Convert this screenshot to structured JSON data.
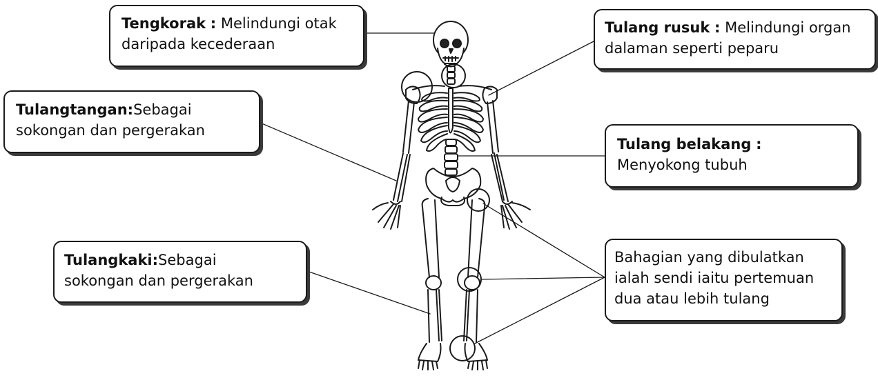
{
  "labels": {
    "tengkorak": {
      "term": "Tengkorak",
      "sep": ":",
      "line1_rest": "Melindungi otak",
      "line2": "daripada kecederaan"
    },
    "rusuk": {
      "term": "Tulang rusuk",
      "sep": ":",
      "line1_rest": "Melindungi organ",
      "line2": "dalaman seperti peparu"
    },
    "tangan": {
      "term1": "Tulang",
      "term2": "tangan",
      "sep": ":",
      "word": "Sebagai",
      "line2": "sokongan dan pergerakan"
    },
    "belakang": {
      "term": "Tulang belakang",
      "sep": ":",
      "line2": "Menyokong tubuh"
    },
    "kaki": {
      "term1": "Tulang",
      "term2": "kaki",
      "sep": ":",
      "word": "Sebagai",
      "line2": "sokongan dan pergerakan"
    },
    "sendi": {
      "line1": "Bahagian yang dibulatkan",
      "line2": "ialah sendi iaitu pertemuan",
      "line3": "dua atau lebih tulang"
    }
  }
}
